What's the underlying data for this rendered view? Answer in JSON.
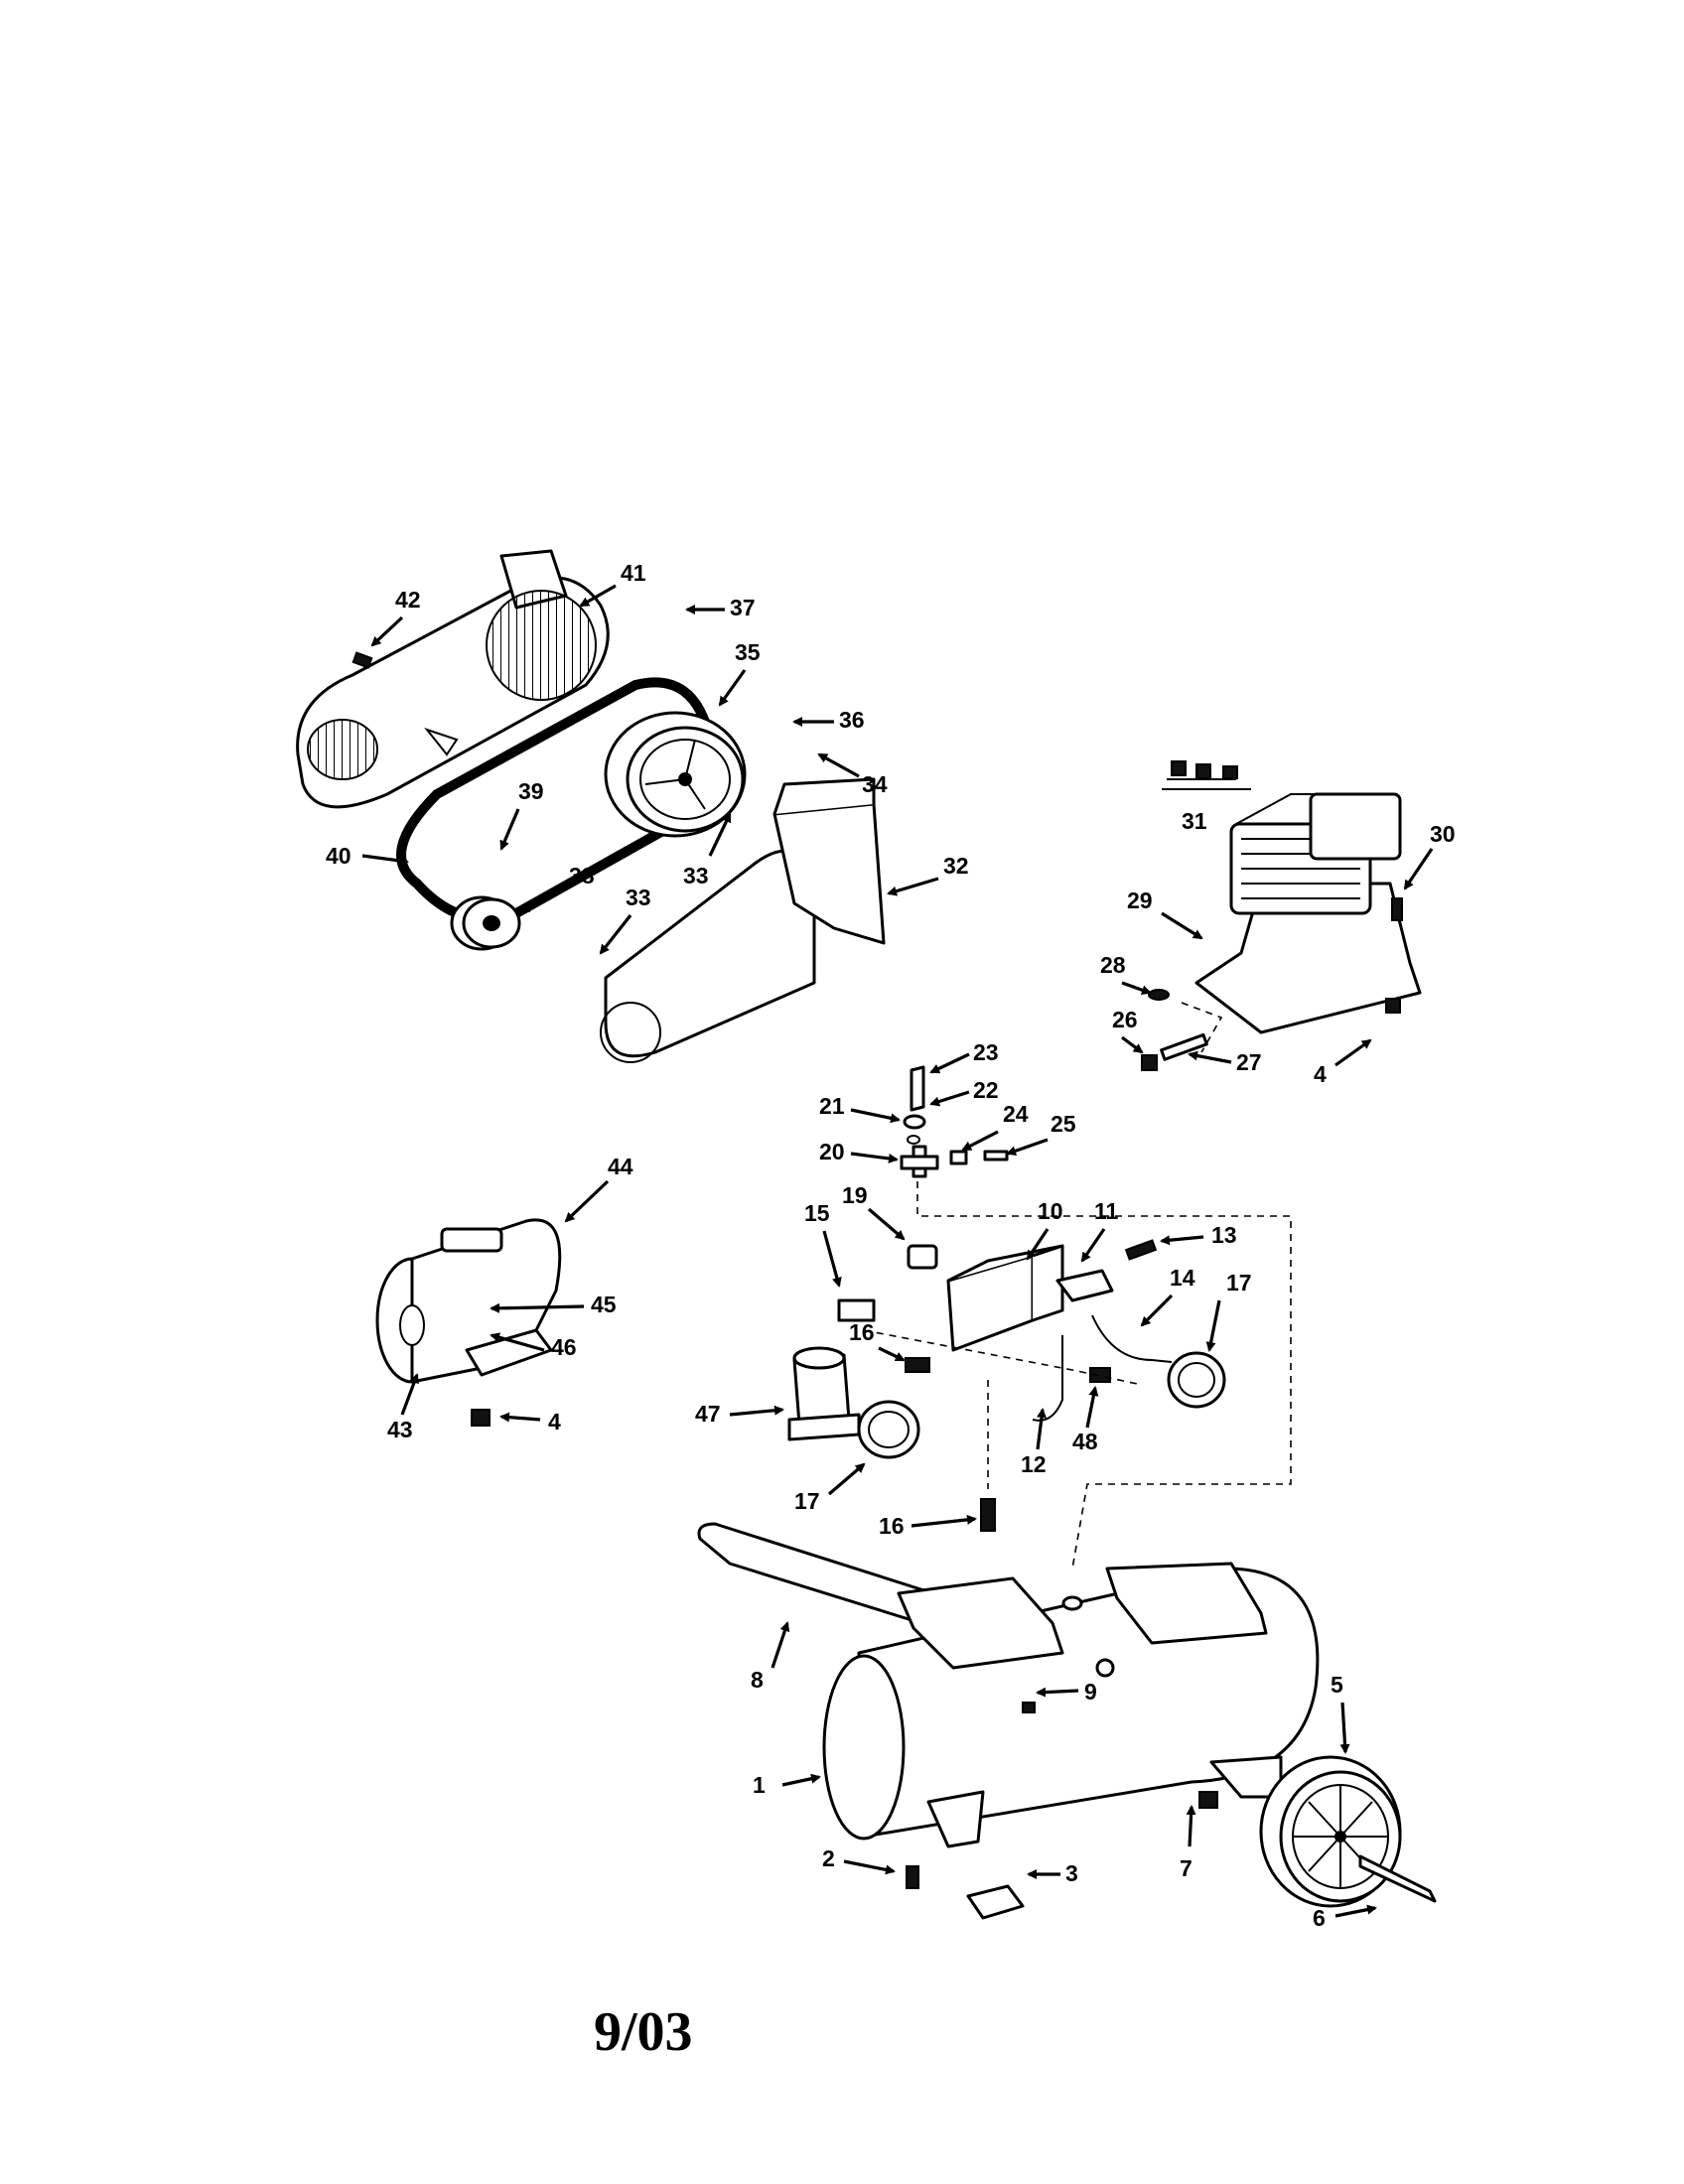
{
  "date_code": "9/03",
  "callouts": [
    "1",
    "2",
    "3",
    "4",
    "5",
    "6",
    "7",
    "8",
    "9",
    "10",
    "11",
    "12",
    "13",
    "14",
    "15",
    "16",
    "17",
    "19",
    "20",
    "21",
    "22",
    "23",
    "24",
    "25",
    "26",
    "27",
    "28",
    "29",
    "30",
    "31",
    "32",
    "33",
    "34",
    "35",
    "36",
    "37",
    "38",
    "39",
    "40",
    "41",
    "42",
    "43",
    "44",
    "45",
    "46",
    "47",
    "48"
  ]
}
